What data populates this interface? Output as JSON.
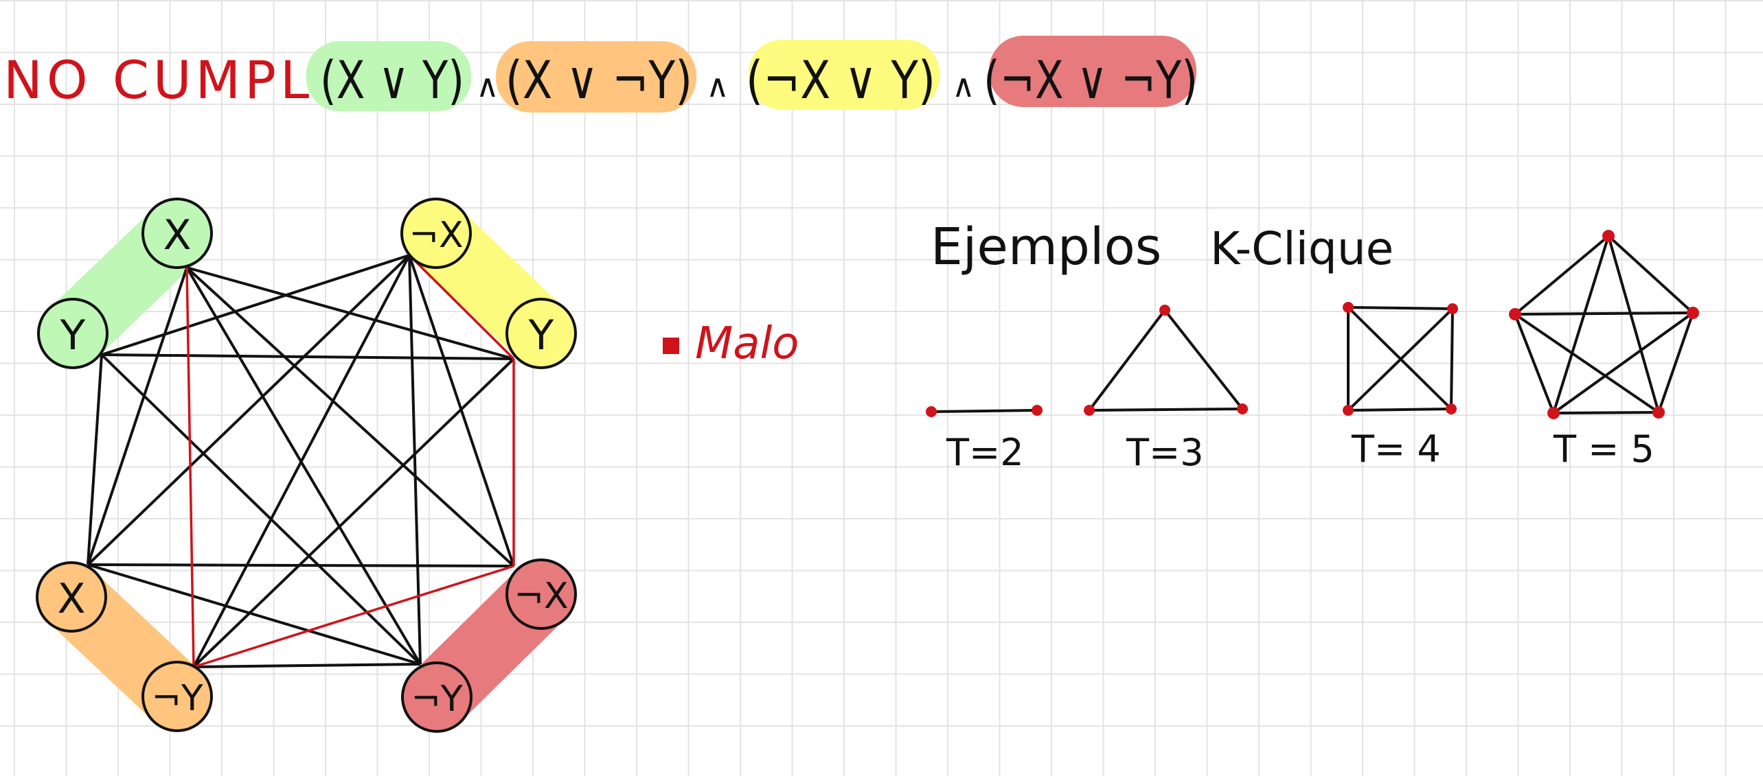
{
  "header": {
    "label": "NO CUMPLE:",
    "clauses": [
      {
        "text": "(X ∨ Y)",
        "color": "#bff7b6"
      },
      {
        "text": "(X ∨ ¬Y)",
        "color": "#ffc57f"
      },
      {
        "text": "(¬X ∨ Y)",
        "color": "#fdfb7e"
      },
      {
        "text": "(¬X ∨ ¬Y)",
        "color": "#e77a7c"
      }
    ],
    "operator": "∧"
  },
  "graph": {
    "nodes": [
      {
        "id": "x1",
        "label": "X",
        "color": "#bff7b6"
      },
      {
        "id": "y1",
        "label": "Y",
        "color": "#bff7b6"
      },
      {
        "id": "nx2",
        "label": "¬X",
        "color": "#fdfb7e"
      },
      {
        "id": "y2",
        "label": "Y",
        "color": "#fdfb7e"
      },
      {
        "id": "x3",
        "label": "X",
        "color": "#ffc57f"
      },
      {
        "id": "ny3",
        "label": "¬Y",
        "color": "#ffc57f"
      },
      {
        "id": "nx4",
        "label": "¬X",
        "color": "#e77a7c"
      },
      {
        "id": "ny4",
        "label": "¬Y",
        "color": "#e77a7c"
      }
    ],
    "legend": {
      "label": "Malo",
      "color": "#d0131b"
    }
  },
  "examples": {
    "title": "Ejemplos",
    "subtitle": "K-Clique",
    "items": [
      {
        "label": "T=2"
      },
      {
        "label": "T=3"
      },
      {
        "label": "T= 4"
      },
      {
        "label": "T = 5"
      }
    ]
  }
}
